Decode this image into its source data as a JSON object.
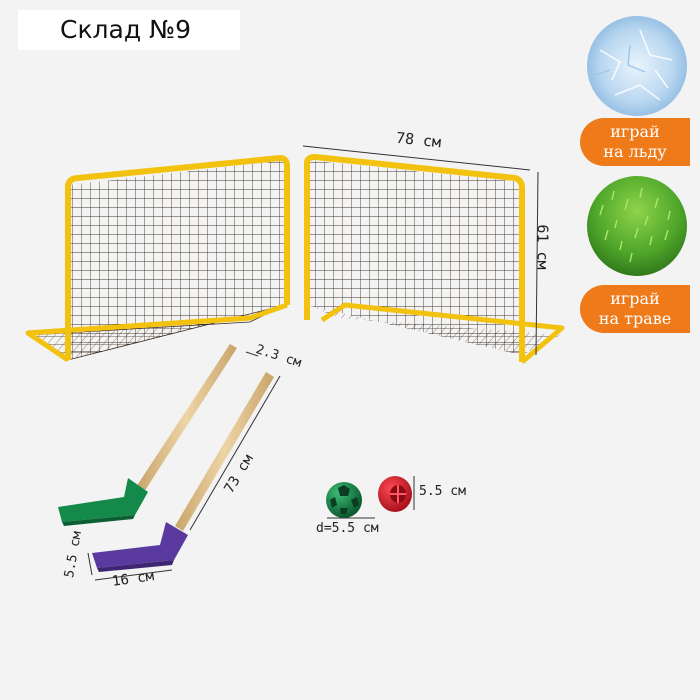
{
  "title": "Склад №9",
  "dimensions": {
    "goal_width": "78 см",
    "goal_height": "61 см",
    "stick_thickness": "2.3 см",
    "stick_length": "73 см",
    "blade_height": "5.5 см",
    "blade_length": "16 см",
    "ball_diameter": "d=5.5 см",
    "puck_size": "5.5 см"
  },
  "surfaces": {
    "ice": {
      "line1": "играй",
      "line2": "на льду"
    },
    "grass": {
      "line1": "играй",
      "line2": "на траве"
    }
  },
  "colors": {
    "frame": "#f2c20f",
    "net": "#3a2b20",
    "stick_wood": "#e2c48e",
    "blade_green": "#138a4a",
    "blade_purple": "#5a3a9e",
    "ball_green": "#13804a",
    "puck_red": "#d8192a",
    "badge_orange": "#ef7a1a"
  }
}
